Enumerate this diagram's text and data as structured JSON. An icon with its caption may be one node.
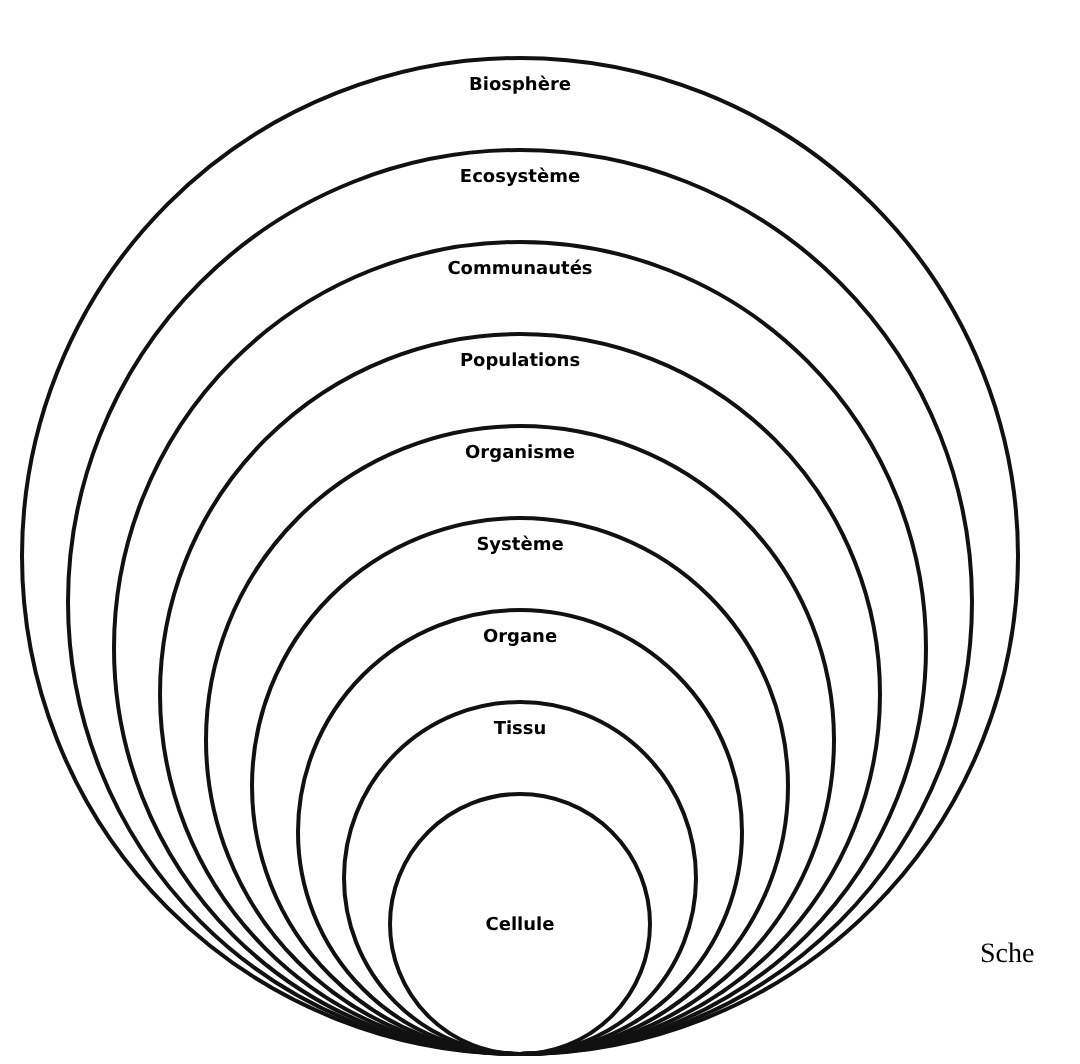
{
  "diagram": {
    "nodes": [
      {
        "text": [
          "Biosphère"
        ]
      },
      {
        "text": [
          "Ecosystème"
        ],
        "in": 0
      },
      {
        "text": [
          "Communautés"
        ],
        "in": 1
      },
      {
        "text": [
          "Populations"
        ],
        "in": 2
      },
      {
        "text": [
          "Organisme"
        ],
        "in": 3
      },
      {
        "text": [
          "Système"
        ],
        "in": 4
      },
      {
        "text": [
          "Organe"
        ],
        "in": 5
      },
      {
        "text": [
          "Tissu"
        ],
        "in": 6
      },
      {
        "text": [
          "Cellule"
        ],
        "in": 7
      }
    ],
    "edges": [],
    "labels": [
      "Sche"
    ]
  }
}
